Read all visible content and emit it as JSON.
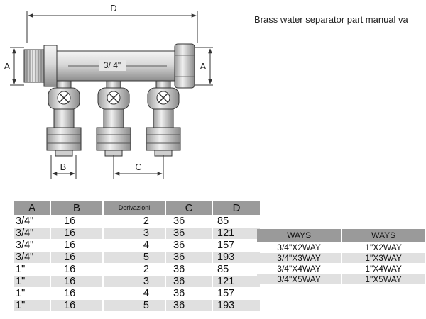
{
  "title": "Brass water separator part manual va",
  "drawing": {
    "dim_d": "D",
    "dim_a_left": "A",
    "dim_a_right": "A",
    "dim_b": "B",
    "dim_c": "C",
    "pipe_size": "3/ 4\""
  },
  "spec_table": {
    "headers": [
      "A",
      "B",
      "Derivazioni",
      "C",
      "D"
    ],
    "rows": [
      [
        "3/4\"",
        "16",
        "2",
        "36",
        "85"
      ],
      [
        "3/4\"",
        "16",
        "3",
        "36",
        "121"
      ],
      [
        "3/4\"",
        "16",
        "4",
        "36",
        "157"
      ],
      [
        "3/4\"",
        "16",
        "5",
        "36",
        "193"
      ],
      [
        "1\"",
        "16",
        "2",
        "36",
        "85"
      ],
      [
        "1\"",
        "16",
        "3",
        "36",
        "121"
      ],
      [
        "1\"",
        "16",
        "4",
        "36",
        "157"
      ],
      [
        "1\"",
        "16",
        "5",
        "36",
        "193"
      ]
    ]
  },
  "ways_table": {
    "headers": [
      "WAYS",
      "WAYS"
    ],
    "rows": [
      [
        "3/4\"X2WAY",
        "1\"X2WAY"
      ],
      [
        "3/4\"X3WAY",
        "1\"X3WAY"
      ],
      [
        "3/4\"X4WAY",
        "1\"X4WAY"
      ],
      [
        "3/4\"X5WAY",
        "1\"X5WAY"
      ]
    ]
  }
}
